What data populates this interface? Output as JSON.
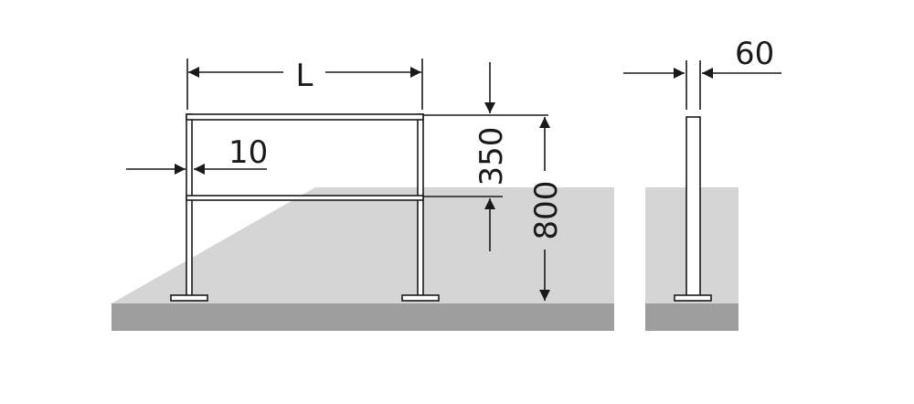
{
  "dimensions": {
    "length": "L",
    "bar_spacing": "350",
    "height": "800",
    "tube_diameter": "10",
    "post_width": "60"
  },
  "colors": {
    "surface": "#d5d5d5",
    "ground": "#9e9e9e",
    "line": "#1a1a1a",
    "background": "#ffffff"
  }
}
